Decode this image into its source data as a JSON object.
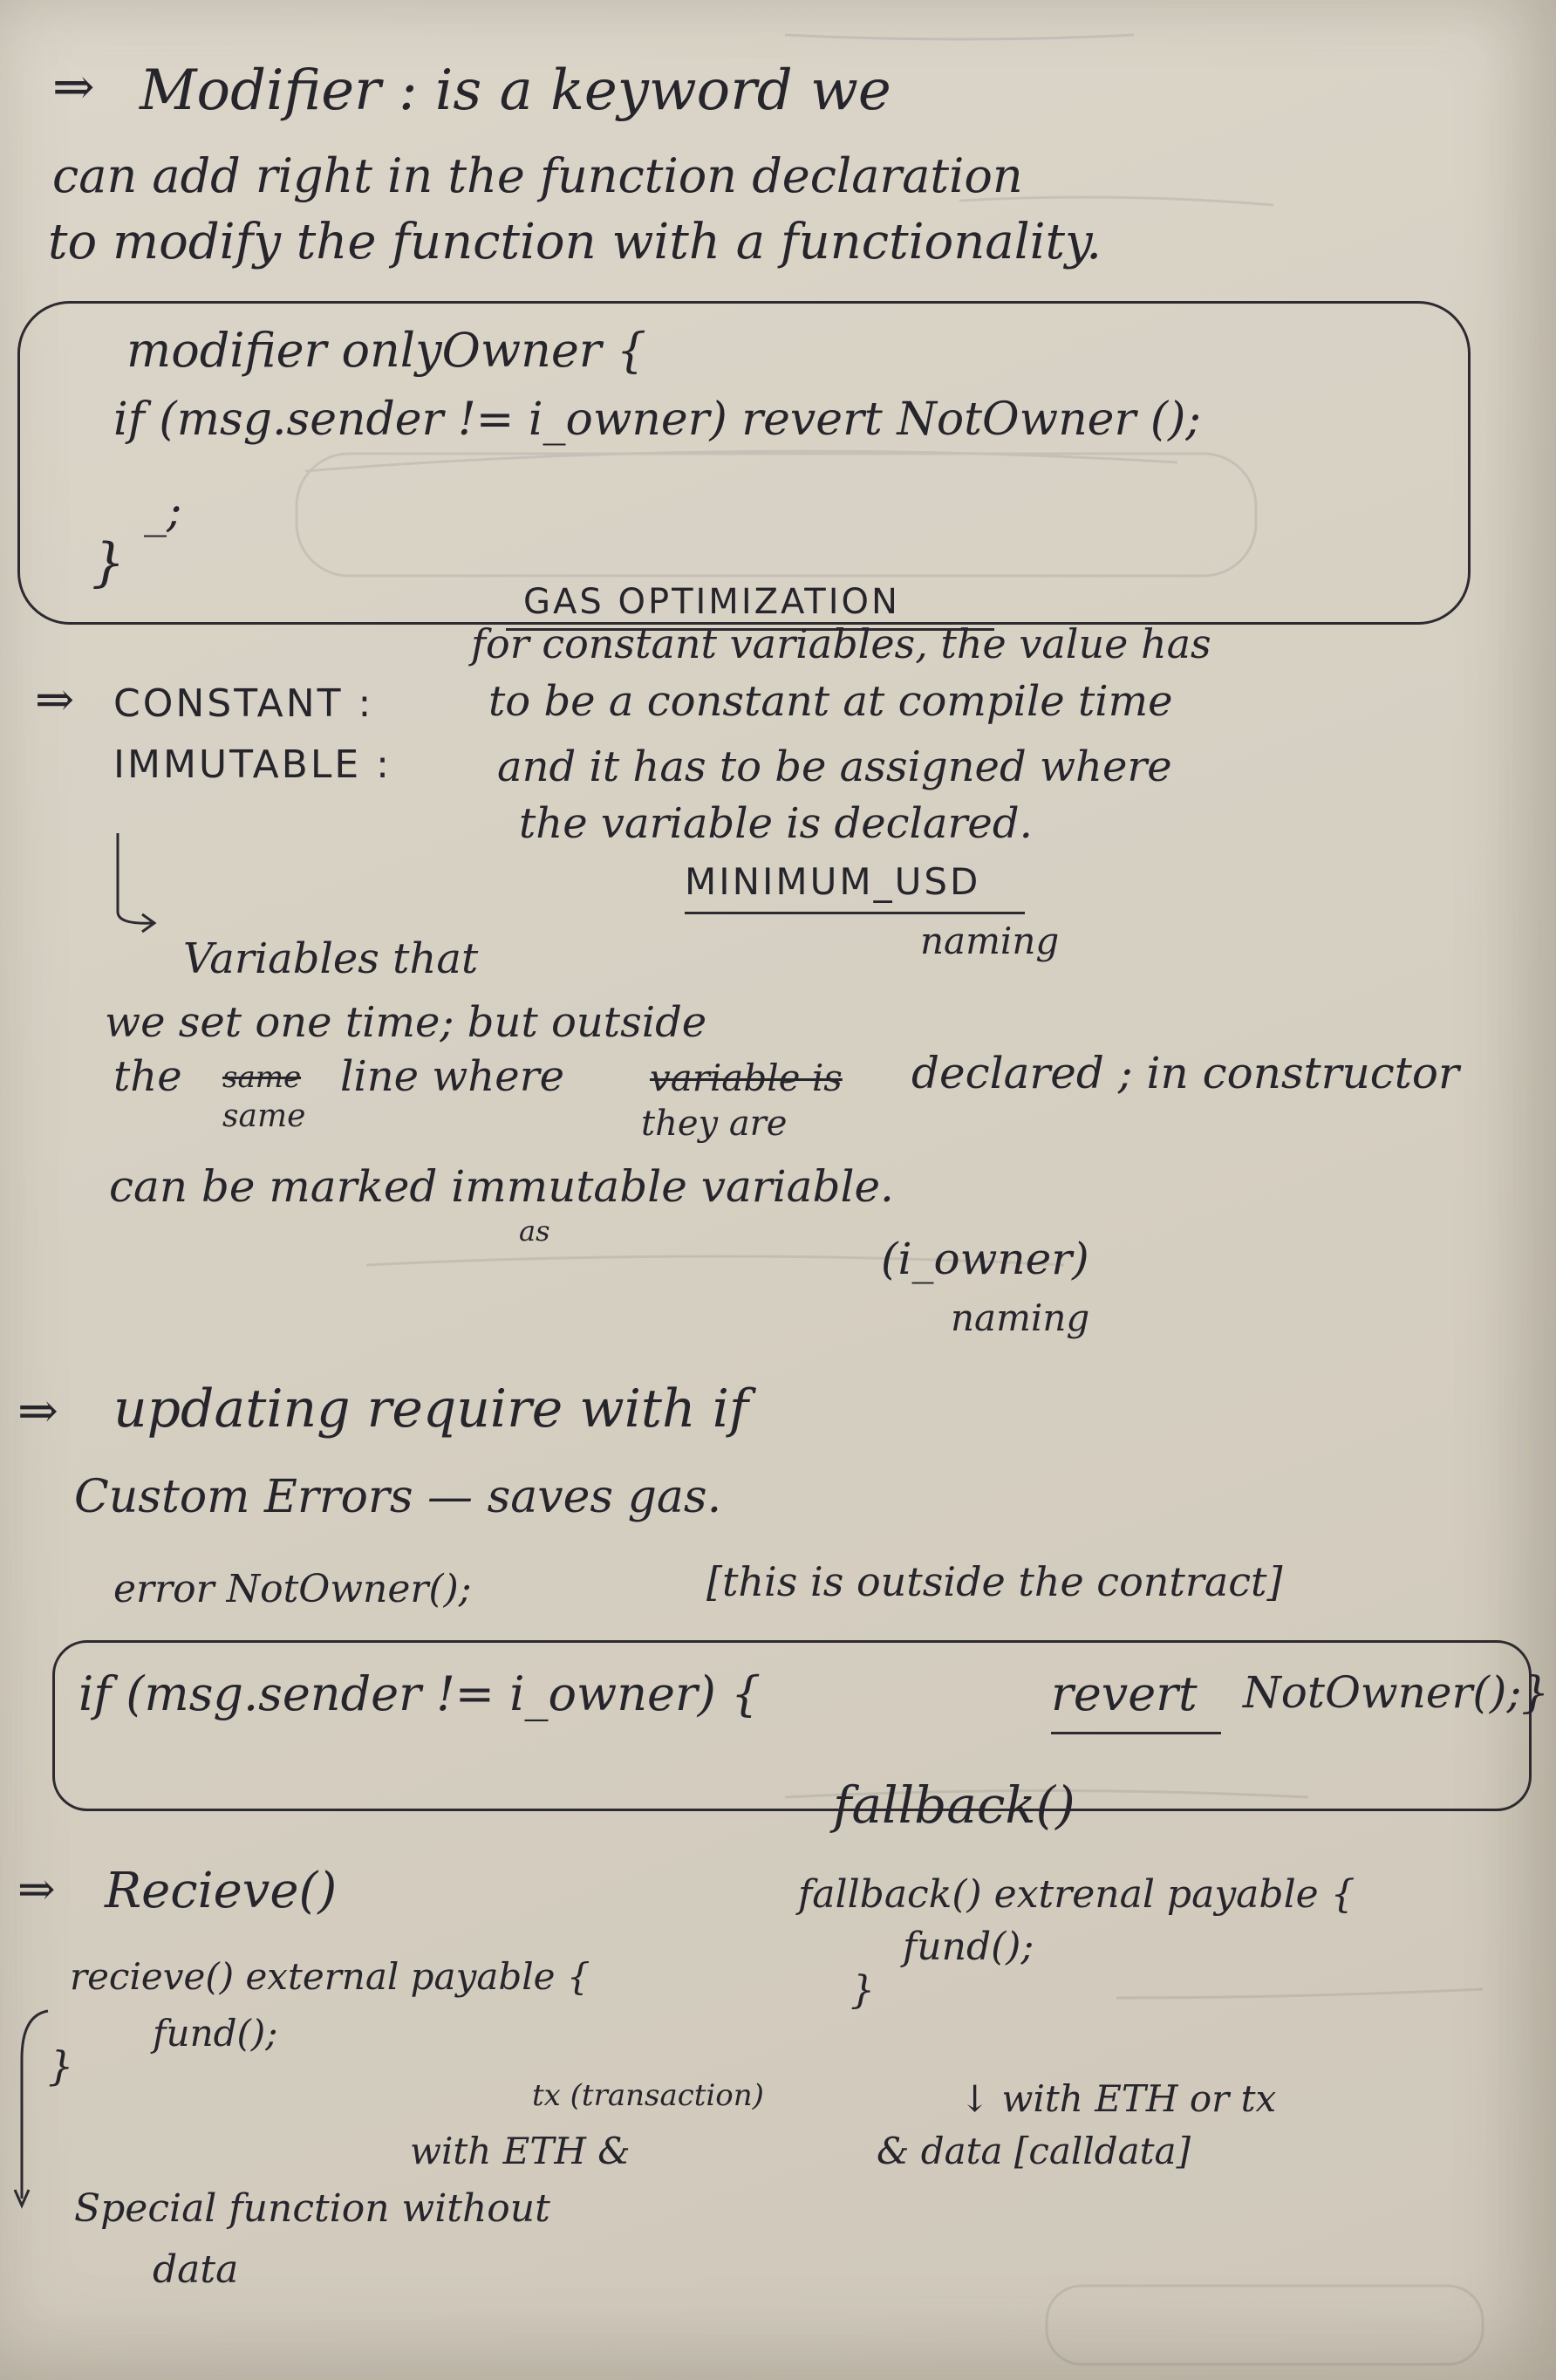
{
  "notes": {
    "modifier": {
      "arrow": "⇒",
      "line1": "Modifier : is a keyword we",
      "line2": "can add right in the function declaration",
      "line3": "to modify the function with a functionality.",
      "code1": "modifier onlyOwner {",
      "code2": "if (msg.sender != i_owner) revert NotOwner ();",
      "code3": "_;",
      "code4": "}"
    },
    "constant": {
      "heading": "GAS OPTIMIZATION",
      "arrow": "⇒",
      "label1": "CONSTANT :",
      "label2": "IMMUTABLE :",
      "desc1": "for constant variables, the value has",
      "desc2": "to be a constant at compile time",
      "desc3": "and it has to be assigned where",
      "desc4": "the variable is declared.",
      "naming1": "MINIMUM_USD",
      "naming1_note": "naming",
      "immutable1": "Variables that",
      "immutable2": "we set one time; but outside",
      "immutable3_a": "the",
      "immutable3_strike1": "same",
      "immutable3_b": "line where",
      "immutable3_strike2": "variable is",
      "immutable3_c": "declared ; in constructor",
      "immutable3_insert1": "same",
      "immutable3_insert2": "they are",
      "immutable4": "can be marked immutable variable.",
      "immutable4_insert": "as",
      "naming2": "(i_owner)",
      "naming2_note": "naming"
    },
    "errors": {
      "arrow": "⇒",
      "line1": "updating require with if",
      "line2": "Custom Errors — saves gas.",
      "line3_code": "error NotOwner();",
      "line3_note": "[this is outside the contract]",
      "line4_code": "if (msg.sender != i_owner) {",
      "line4_revert": "revert",
      "line4_end": "NotOwner();}"
    },
    "receive": {
      "arrow": "⇒",
      "title": "Recieve()",
      "code1": "recieve() external payable {",
      "code2": "fund();",
      "code3": "}",
      "tx_note": "tx (transaction)",
      "with_eth": "with ETH &",
      "special1": "Special function without",
      "special2": "data"
    },
    "fallback": {
      "title": "fallback()",
      "code1": "fallback() extrenal payable {",
      "code2": "fund();",
      "code3": "}",
      "note1": "↓ with ETH or tx",
      "note2": "& data [calldata]"
    }
  }
}
